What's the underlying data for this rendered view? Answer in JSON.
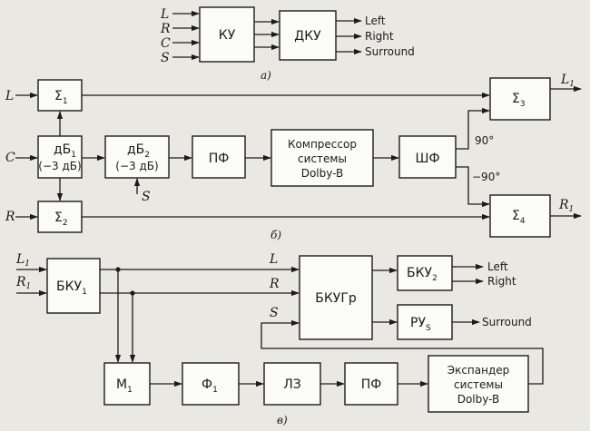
{
  "colors": {
    "ink": "#1b1b1b",
    "paper": "#e9e8e2",
    "box_fill": "#fbfbf8"
  },
  "part_a": {
    "inputs": [
      "L",
      "R",
      "C",
      "S"
    ],
    "ku_label": "КУ",
    "dku_label": "ДКУ",
    "outputs": [
      "Left",
      "Right",
      "Surround"
    ],
    "caption": "а)"
  },
  "part_b": {
    "input_L": "L",
    "input_C": "C",
    "input_R": "R",
    "sum1": "Σ",
    "sum1_sub": "1",
    "sum2": "Σ",
    "sum2_sub": "2",
    "sum3": "Σ",
    "sum3_sub": "3",
    "sum4": "Σ",
    "sum4_sub": "4",
    "db1_line1": "дБ",
    "db1_sub": "1",
    "db1_line2": "(−3 дБ)",
    "db2_line1": "дБ",
    "db2_sub": "2",
    "db2_line2": "(−3 дБ)",
    "s_input": "S",
    "pf": "ПФ",
    "compressor_line1": "Компрессор",
    "compressor_line2": "системы",
    "compressor_line3": "Dolby-B",
    "shf": "ШФ",
    "phase_plus": "90°",
    "phase_minus": "−90°",
    "out1": "L",
    "out1_sub": "1",
    "out2": "R",
    "out2_sub": "1",
    "caption": "б)"
  },
  "part_v": {
    "in_L1": "L",
    "in_L1_sub": "1",
    "in_R1": "R",
    "in_R1_sub": "1",
    "bku1": "БКУ",
    "bku1_sub": "1",
    "l_label": "L",
    "r_label": "R",
    "s_label": "S",
    "bkugr": "БКУГр",
    "bku2": "БКУ",
    "bku2_sub": "2",
    "ru": "РУ",
    "ru_sub": "S",
    "out_left": "Left",
    "out_right": "Right",
    "out_surround": "Surround",
    "m1": "М",
    "m1_sub": "1",
    "f1": "Ф",
    "f1_sub": "1",
    "lz": "ЛЗ",
    "pf": "ПФ",
    "expander_line1": "Экспандер",
    "expander_line2": "системы",
    "expander_line3": "Dolby-B",
    "caption": "в)"
  }
}
